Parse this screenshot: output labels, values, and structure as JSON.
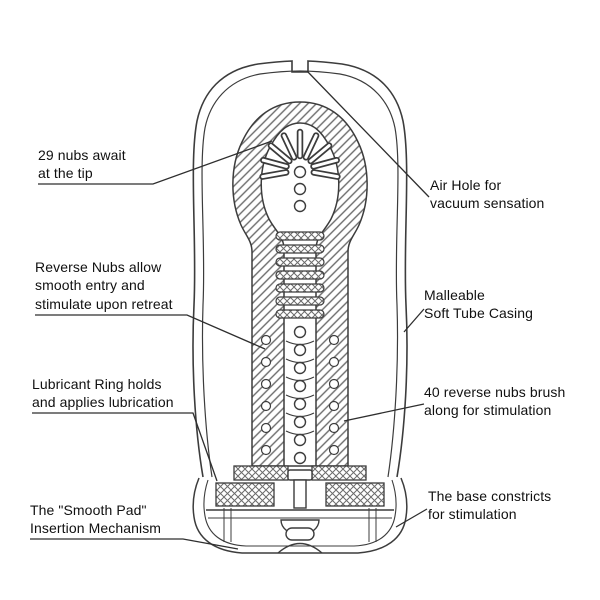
{
  "colors": {
    "line": "#3c3c3c",
    "text": "#101010",
    "background": "#ffffff"
  },
  "diagram": {
    "type": "cutaway-product-diagram",
    "labels": {
      "tip_nubs": "29 nubs await\nat the tip",
      "air_hole": "Air Hole for\nvacuum sensation",
      "reverse_nubs": "Reverse Nubs allow\nsmooth entry and\nstimulate upon retreat",
      "casing": "Malleable\nSoft Tube Casing",
      "lubricant_ring": "Lubricant Ring holds\nand applies lubrication",
      "forty_nubs": "40 reverse nubs brush\nalong for stimulation",
      "smooth_pad": "The \"Smooth Pad\"\nInsertion Mechanism",
      "base": "The base constricts\nfor stimulation"
    }
  }
}
